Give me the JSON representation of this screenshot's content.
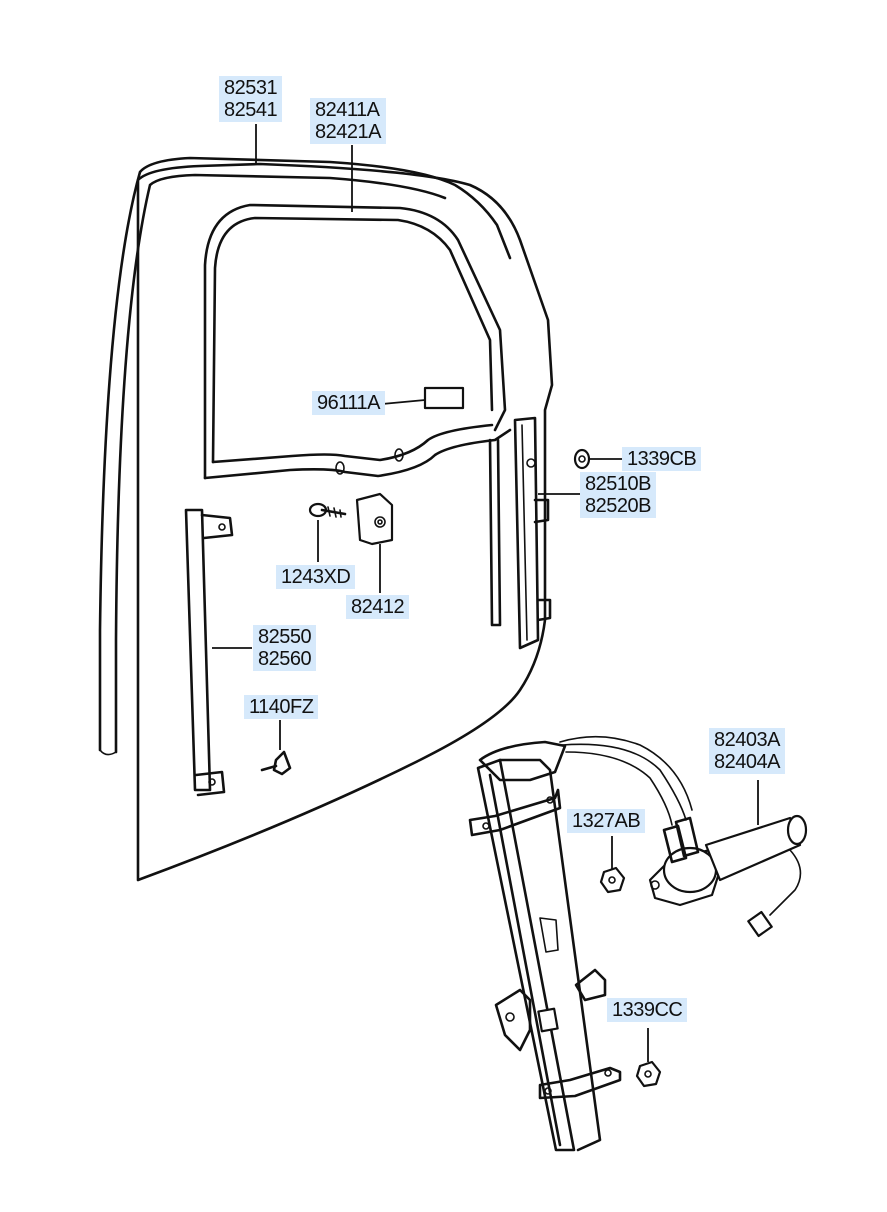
{
  "labels": {
    "l82531": {
      "line1": "82531",
      "line2": "82541"
    },
    "l82411A": {
      "line1": "82411A",
      "line2": "82421A"
    },
    "l96111A": {
      "line1": "96111A"
    },
    "l1339CB": {
      "line1": "1339CB"
    },
    "l82510B": {
      "line1": "82510B",
      "line2": "82520B"
    },
    "l1243XD": {
      "line1": "1243XD"
    },
    "l82412": {
      "line1": "82412"
    },
    "l82550": {
      "line1": "82550",
      "line2": "82560"
    },
    "l1140FZ": {
      "line1": "1140FZ"
    },
    "l82403A": {
      "line1": "82403A",
      "line2": "82404A"
    },
    "l1327AB": {
      "line1": "1327AB"
    },
    "l1339CC": {
      "line1": "1339CC"
    }
  },
  "colors": {
    "label_bg": "#d6e9fb",
    "line": "#111111",
    "background": "#ffffff"
  }
}
